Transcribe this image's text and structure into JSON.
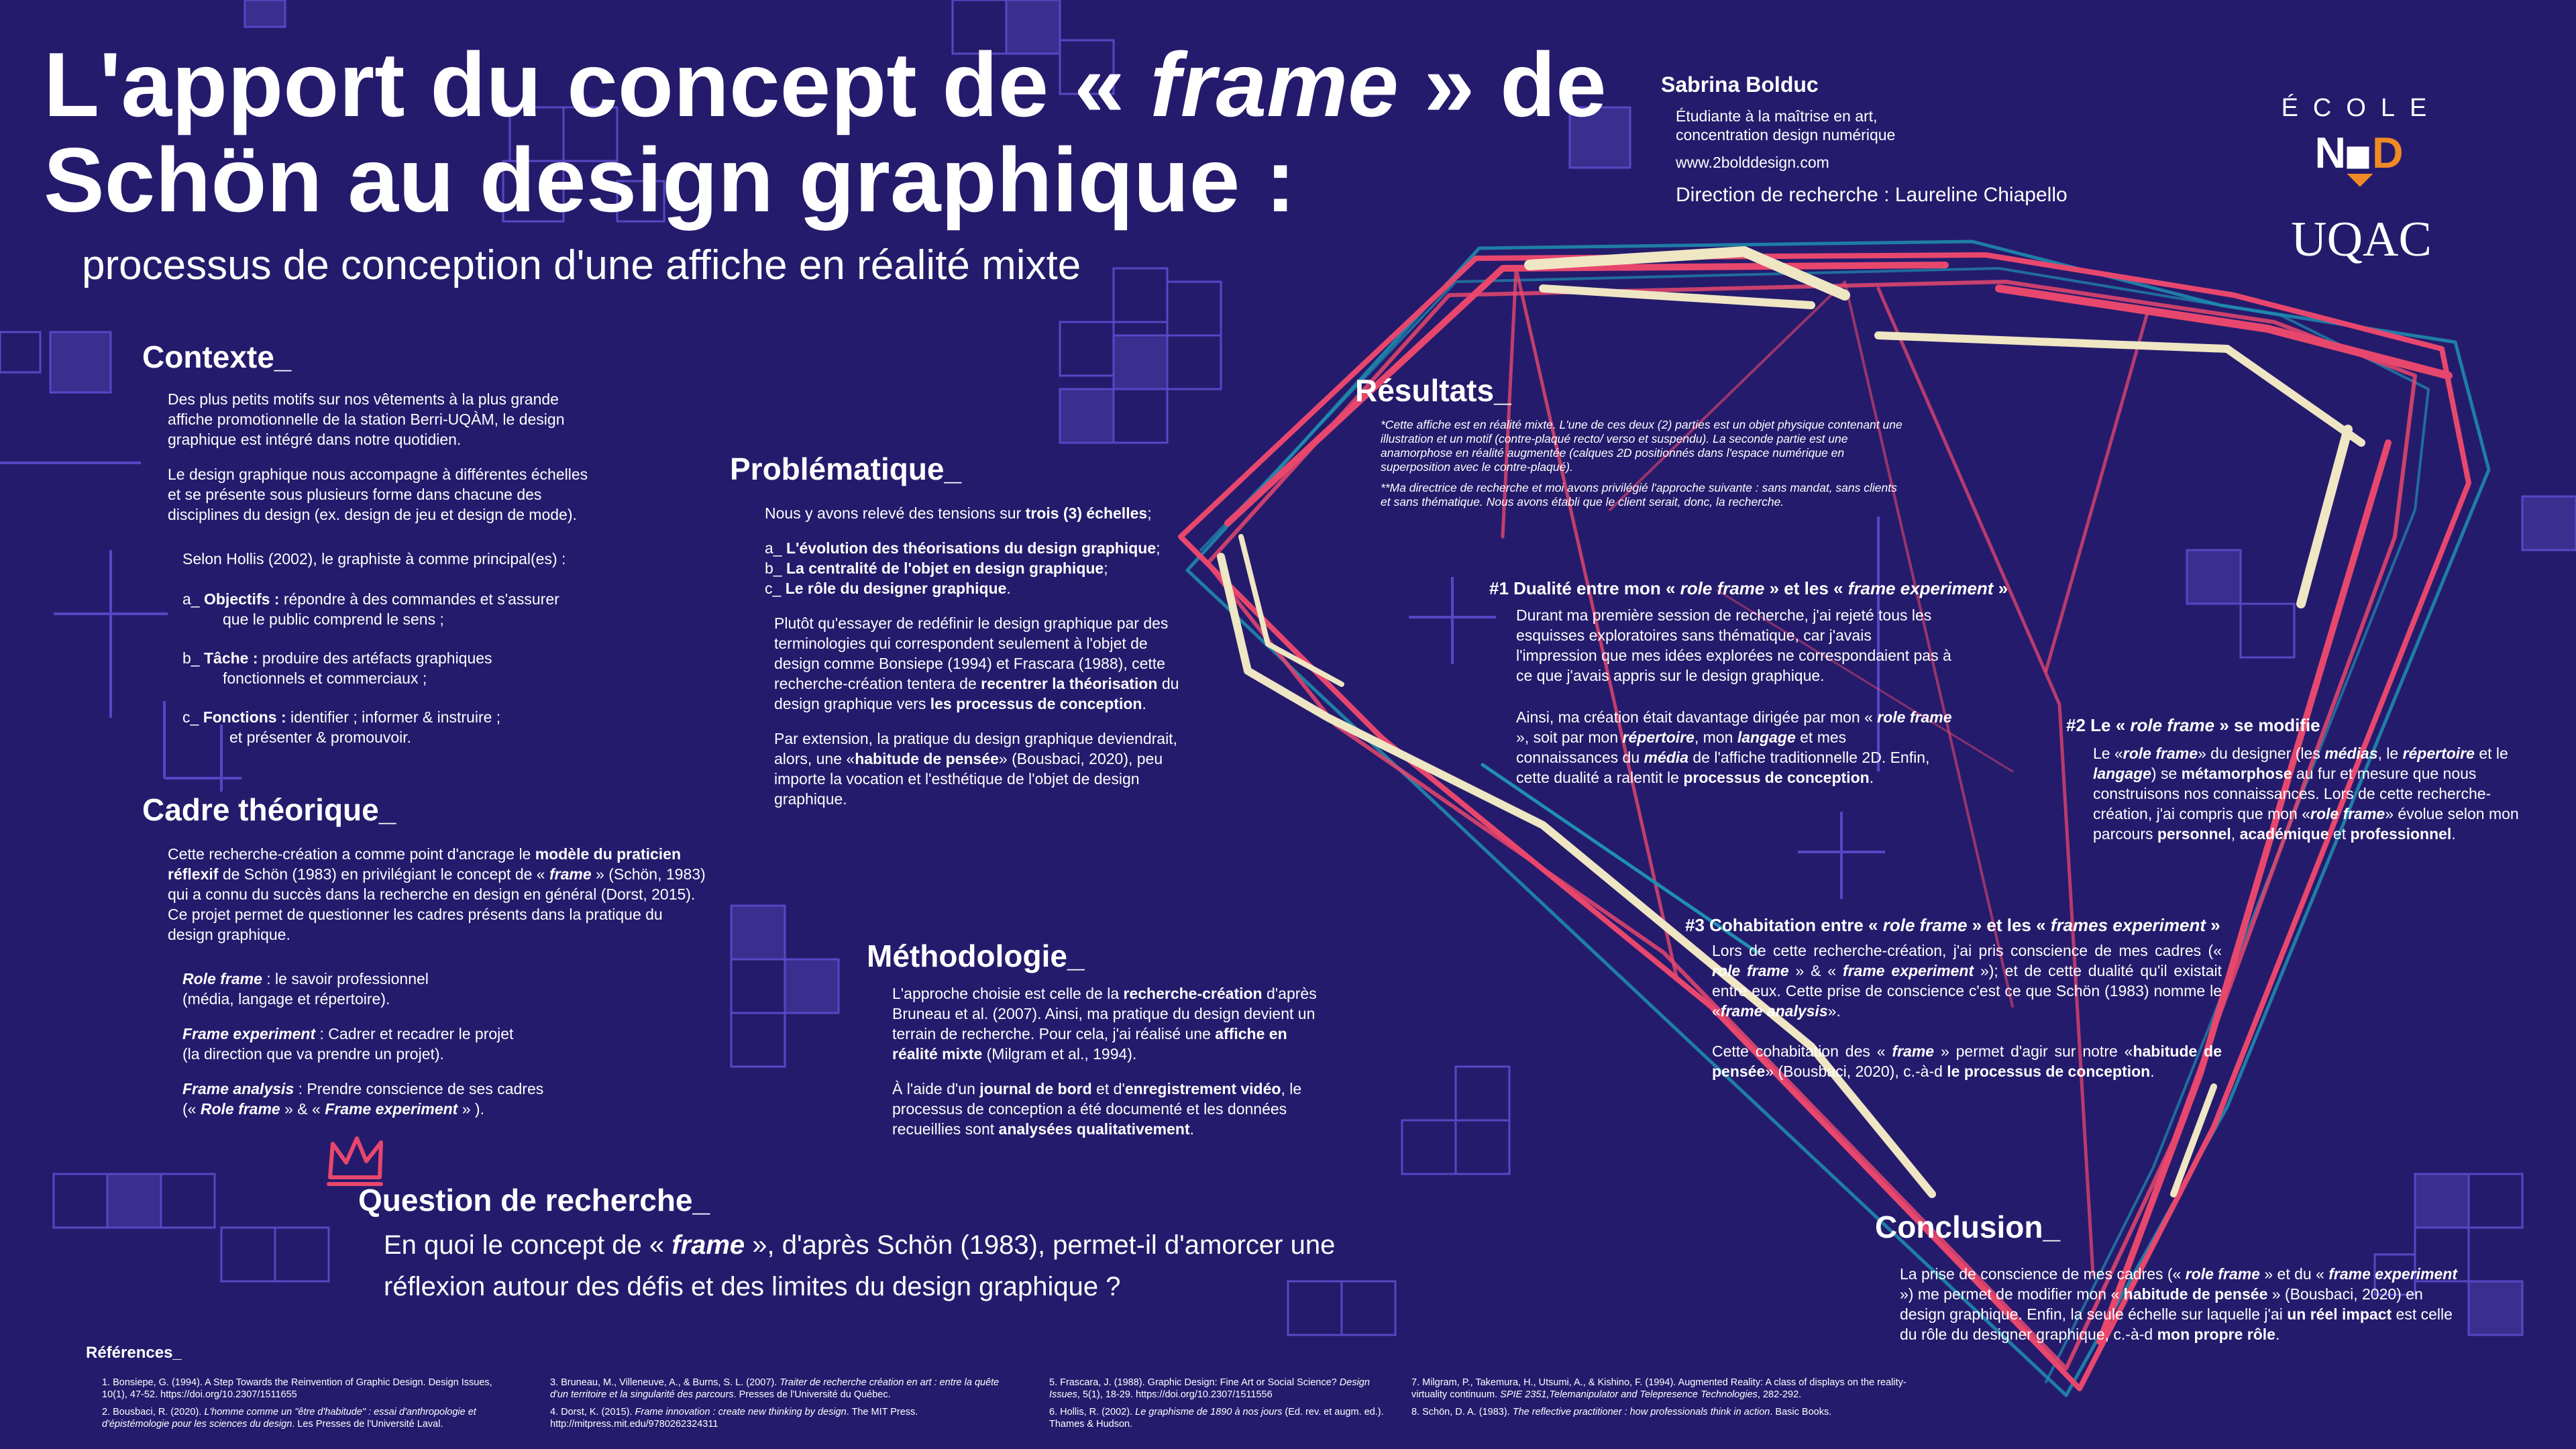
{
  "header": {
    "title_part1": "L'apport du concept de «",
    "title_em": "frame",
    "title_part2": "» de",
    "title_line2": "Schön au design graphique :",
    "subtitle": "processus de conception d'une affiche en réalité mixte"
  },
  "author": {
    "name": "Sabrina Bolduc",
    "role_line1": "Étudiante à la maîtrise en art,",
    "role_line2": "concentration design numérique",
    "website": "www.2bolddesign.com",
    "direction": "Direction de recherche : Laureline Chiapello"
  },
  "logo": {
    "ecole": "ÉCOLE",
    "nad": "NAD",
    "uqac": "UQAC"
  },
  "contexte": {
    "heading": "Contexte_",
    "p1": "Des plus petits motifs sur nos vêtements à la plus grande affiche promotionnelle de la station Berri-UQÀM, le design graphique est intégré dans notre quotidien.",
    "p2": "Le design graphique nous accompagne à différentes échelles et se présente sous plusieurs forme dans chacune des disciplines du design (ex. design de jeu et design de mode).",
    "p3": "Selon Hollis (2002), le graphiste à comme principal(es) :",
    "a_prefix": "a_ ",
    "a_label": "Objectifs :",
    "a_text": " répondre à des commandes et s'assurer",
    "a_text2": "que le public comprend le sens ;",
    "b_prefix": "b_ ",
    "b_label": "Tâche :",
    "b_text": " produire des artéfacts graphiques",
    "b_text2": "fonctionnels et commerciaux ;",
    "c_prefix": "c_ ",
    "c_label": "Fonctions :",
    "c_text": " identifier ; informer & instruire ;",
    "c_text2": "et présenter & promouvoir."
  },
  "cadre": {
    "heading": "Cadre théorique_",
    "p1a": "Cette recherche-création a comme point d'ancrage le ",
    "p1b": "modèle du praticien réflexif",
    "p1c": " de Schön (1983) en privilégiant le concept de « ",
    "p1d": "frame",
    "p1e": " » (Schön, 1983) qui a connu du succès dans la recherche en design en général (Dorst, 2015). Ce projet permet de questionner les cadres présents dans la pratique du design graphique.",
    "rf_label": "Role frame",
    "rf_text": " : le savoir professionnel",
    "rf_text2": "(média, langage et répertoire).",
    "fe_label": "Frame experiment",
    "fe_text": " : Cadrer et recadrer le projet",
    "fe_text2": "(la direction que va prendre un projet).",
    "fa_label": "Frame analysis",
    "fa_text": " : Prendre conscience de ses cadres",
    "fa_text2a": "(« ",
    "fa_text2b": "Role frame",
    "fa_text2c": " »  & « ",
    "fa_text2d": "Frame experiment",
    "fa_text2e": " » )."
  },
  "problematique": {
    "heading": "Problématique_",
    "intro_a": "Nous y avons relevé des tensions sur ",
    "intro_b": "trois (3) échelles",
    "intro_c": ";",
    "item_a_prefix": "a_ ",
    "item_a": "L'évolution des théorisations du design graphique",
    "item_b_prefix": "b_ ",
    "item_b": "La centralité de l'objet en design graphique",
    "item_c_prefix": "c_ ",
    "item_c": "Le rôle du designer graphique",
    "p2a": "Plutôt qu'essayer de redéfinir le design graphique par des terminologies qui correspondent seulement à l'objet de design comme Bonsiepe (1994) et Frascara (1988), cette recherche-création tentera de ",
    "p2b": "recentrer la théorisation",
    "p2c": " du design graphique vers ",
    "p2d": "les processus de conception",
    "p2e": ".",
    "p3a": "Par extension, la pratique du design graphique deviendrait, alors, une «",
    "p3b": "habitude de pensée",
    "p3c": "» (Bousbaci, 2020), peu importe la vocation et l'esthétique de l'objet de design graphique."
  },
  "methodologie": {
    "heading": "Méthodologie_",
    "p1a": "L'approche choisie est celle de la ",
    "p1b": "recherche-création",
    "p1c": " d'après Bruneau et al. (2007). Ainsi, ma pratique du design devient un terrain de recherche. Pour cela, j'ai réalisé une ",
    "p1d": "affiche en réalité mixte",
    "p1e": " (Milgram et al., 1994).",
    "p2a": "À l'aide d'un ",
    "p2b": "journal de bord",
    "p2c": " et d'",
    "p2d": "enregistrement vidéo",
    "p2e": ", le processus de conception a été documenté et les données recueillies sont ",
    "p2f": "analysées qualitativement",
    "p2g": "."
  },
  "question": {
    "heading": "Question de recherche_",
    "text_a": "En quoi le concept de « ",
    "text_b": "frame",
    "text_c": " », d'après Schön (1983), permet-il d'amorcer une réflexion autour des défis et des limites du design graphique ?"
  },
  "resultats": {
    "heading": "Résultats_",
    "note1": "*Cette affiche est en réalité mixte. L'une de ces deux (2) parties est un objet physique contenant une illustration et un motif (contre-plaqué recto/ verso et suspendu). La seconde partie est une anamorphose en réalité augmentée (calques 2D positionnés dans l'espace numérique en superposition avec le contre-plaqué).",
    "note2": "**Ma directrice de recherche et moi avons privilégié l'approche suivante : sans mandat, sans clients et sans thématique. Nous avons établi que le client serait, donc, la recherche.",
    "r1_title_a": "#1 Dualité entre mon « ",
    "r1_title_b": "role frame",
    "r1_title_c": " » et les « ",
    "r1_title_d": "frame experiment",
    "r1_title_e": " »",
    "r1_p1": "Durant ma première session de recherche, j'ai rejeté tous les esquisses exploratoires sans thématique, car j'avais l'impression que mes idées explorées ne correspondaient pas à ce que j'avais appris sur le design graphique.",
    "r1_p2a": "Ainsi, ma création était davantage dirigée par mon « ",
    "r1_p2b": "role frame",
    "r1_p2c": " », soit par mon ",
    "r1_p2d": "répertoire",
    "r1_p2e": ", mon ",
    "r1_p2f": "langage",
    "r1_p2g": " et mes connaissances du ",
    "r1_p2h": "média",
    "r1_p2i": " de l'affiche traditionnelle 2D. Enfin, cette dualité a ralentit le ",
    "r1_p2j": "processus de conception",
    "r1_p2k": ".",
    "r2_title_a": "#2 Le « ",
    "r2_title_b": "role frame",
    "r2_title_c": " » se modifie",
    "r2_p1a": "Le «",
    "r2_p1b": "role frame",
    "r2_p1c": "» du designer (les ",
    "r2_p1d": "médias",
    "r2_p1e": ", le ",
    "r2_p1f": "répertoire",
    "r2_p1g": " et le ",
    "r2_p1h": "langage",
    "r2_p1i": ") se ",
    "r2_p1j": "métamorphose",
    "r2_p1k": " au fur et mesure que nous construisons nos connaissances. Lors de cette recherche-création, j'ai compris que mon «",
    "r2_p1l": "role frame",
    "r2_p1m": "» évolue selon mon parcours ",
    "r2_p1n": "personnel",
    "r2_p1o": ", ",
    "r2_p1p": "académique",
    "r2_p1q": " et ",
    "r2_p1r": "professionnel",
    "r2_p1s": ".",
    "r3_title_a": "#3 Cohabitation entre « ",
    "r3_title_b": "role frame",
    "r3_title_c": " » et les « ",
    "r3_title_d": "frames experiment",
    "r3_title_e": " »",
    "r3_p1a": "Lors de cette recherche-création, j'ai pris conscience de mes cadres (« ",
    "r3_p1b": "role frame",
    "r3_p1c": " » & « ",
    "r3_p1d": "frame experiment",
    "r3_p1e": " »); et de cette dualité qu'il existait entre eux. Cette prise de conscience c'est ce que Schön (1983) nomme le «",
    "r3_p1f": "frame analysis",
    "r3_p1g": "».",
    "r3_p2a": "Cette cohabitation des « ",
    "r3_p2b": "frame",
    "r3_p2c": " » permet d'agir sur notre «",
    "r3_p2d": "habitude de pensée",
    "r3_p2e": "» (Bousbaci, 2020), c.-à-d ",
    "r3_p2f": "le processus de conception",
    "r3_p2g": "."
  },
  "conclusion": {
    "heading": "Conclusion_",
    "p_a": "La prise de conscience de mes cadres (« ",
    "p_b": "role frame",
    "p_c": " » et du « ",
    "p_d": "frame experiment",
    "p_e": " ») me permet de modifier mon « ",
    "p_f": "habitude de pensée",
    "p_g": " » (Bousbaci, 2020) en design graphique. Enfin, la seule échelle sur laquelle j'ai ",
    "p_h": "un réel impact",
    "p_i": " est celle du rôle du designer graphique, c.-à-d ",
    "p_j": "mon propre rôle",
    "p_k": "."
  },
  "references": {
    "heading": "Références_",
    "r1": "1. Bonsiepe, G. (1994). A Step Towards the Reinvention of Graphic Design. Design Issues, 10(1), 47-52. https://doi.org/10.2307/1511655",
    "r2a": "2. Bousbaci, R. (2020). ",
    "r2b": "L'homme comme un \"être d'habitude\" : essai d'anthropologie et d'épistémologie pour les sciences du design",
    "r2c": ". Les Presses de l'Université Laval.",
    "r3a": "3. Bruneau, M., Villeneuve, A., & Burns, S. L. (2007). ",
    "r3b": "Traiter de recherche création en art : entre la quête d'un territoire et la singularité des parcours",
    "r3c": ". Presses de l'Université du Québec.",
    "r4a": "4. Dorst, K. (2015). ",
    "r4b": "Frame innovation : create new thinking by design",
    "r4c": ". The MIT Press. http://mitpress.mit.edu/9780262324311",
    "r5a": "5. Frascara, J. (1988). Graphic Design: Fine Art or Social Science? ",
    "r5b": "Design Issues",
    "r5c": ", 5(1), 18-29. https://doi.org/10.2307/1511556",
    "r6a": "6. Hollis, R. (2002). ",
    "r6b": "Le graphisme de 1890 à nos jours",
    "r6c": " (Ed. rev. et augm. ed.). Thames & Hudson.",
    "r7a": "7. Milgram, P., Takemura, H., Utsumi, A., & Kishino, F. (1994). Augmented Reality: A class of displays on the reality-virtuality continuum. ",
    "r7b": "SPIE 2351,Telemanipulator and Telepresence Technologies",
    "r7c": ", 282-292.",
    "r8a": "8. Schön, D. A. (1983). ",
    "r8b": "The reflective practitioner : how professionals think in action",
    "r8c": ". Basic Books."
  },
  "colors": {
    "background": "#251b6c",
    "square_fill": "#3a2f8f",
    "square_stroke": "#5747c4",
    "stroke_pink": "#e8476d",
    "stroke_cream": "#efe6c4",
    "stroke_teal": "#1f8fb0",
    "logo_orange": "#f08a24"
  },
  "icons": {
    "crown": "crown-icon"
  }
}
